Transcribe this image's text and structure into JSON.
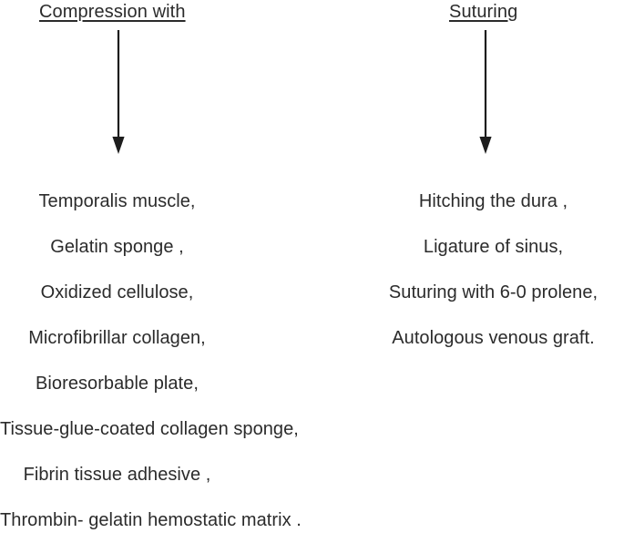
{
  "figure": {
    "type": "two-column-flow-diagram",
    "background_color": "#ffffff",
    "text_color": "#2b2b2b"
  },
  "columns": [
    {
      "heading": "Compression with",
      "arrow": "down-arrow",
      "items": [
        "Temporalis muscle,",
        "Gelatin sponge ,",
        "Oxidized cellulose,",
        "Microfibrillar collagen,",
        "Bioresorbable plate,",
        "Tissue-glue-coated collagen sponge,",
        "Fibrin tissue adhesive ,",
        "Thrombin- gelatin hemostatic matrix ."
      ]
    },
    {
      "heading": "Suturing",
      "arrow": "down-arrow",
      "items": [
        "Hitching the dura ,",
        "Ligature of sinus,",
        "Suturing with 6-0 prolene,",
        "Autologous venous graft."
      ]
    }
  ]
}
